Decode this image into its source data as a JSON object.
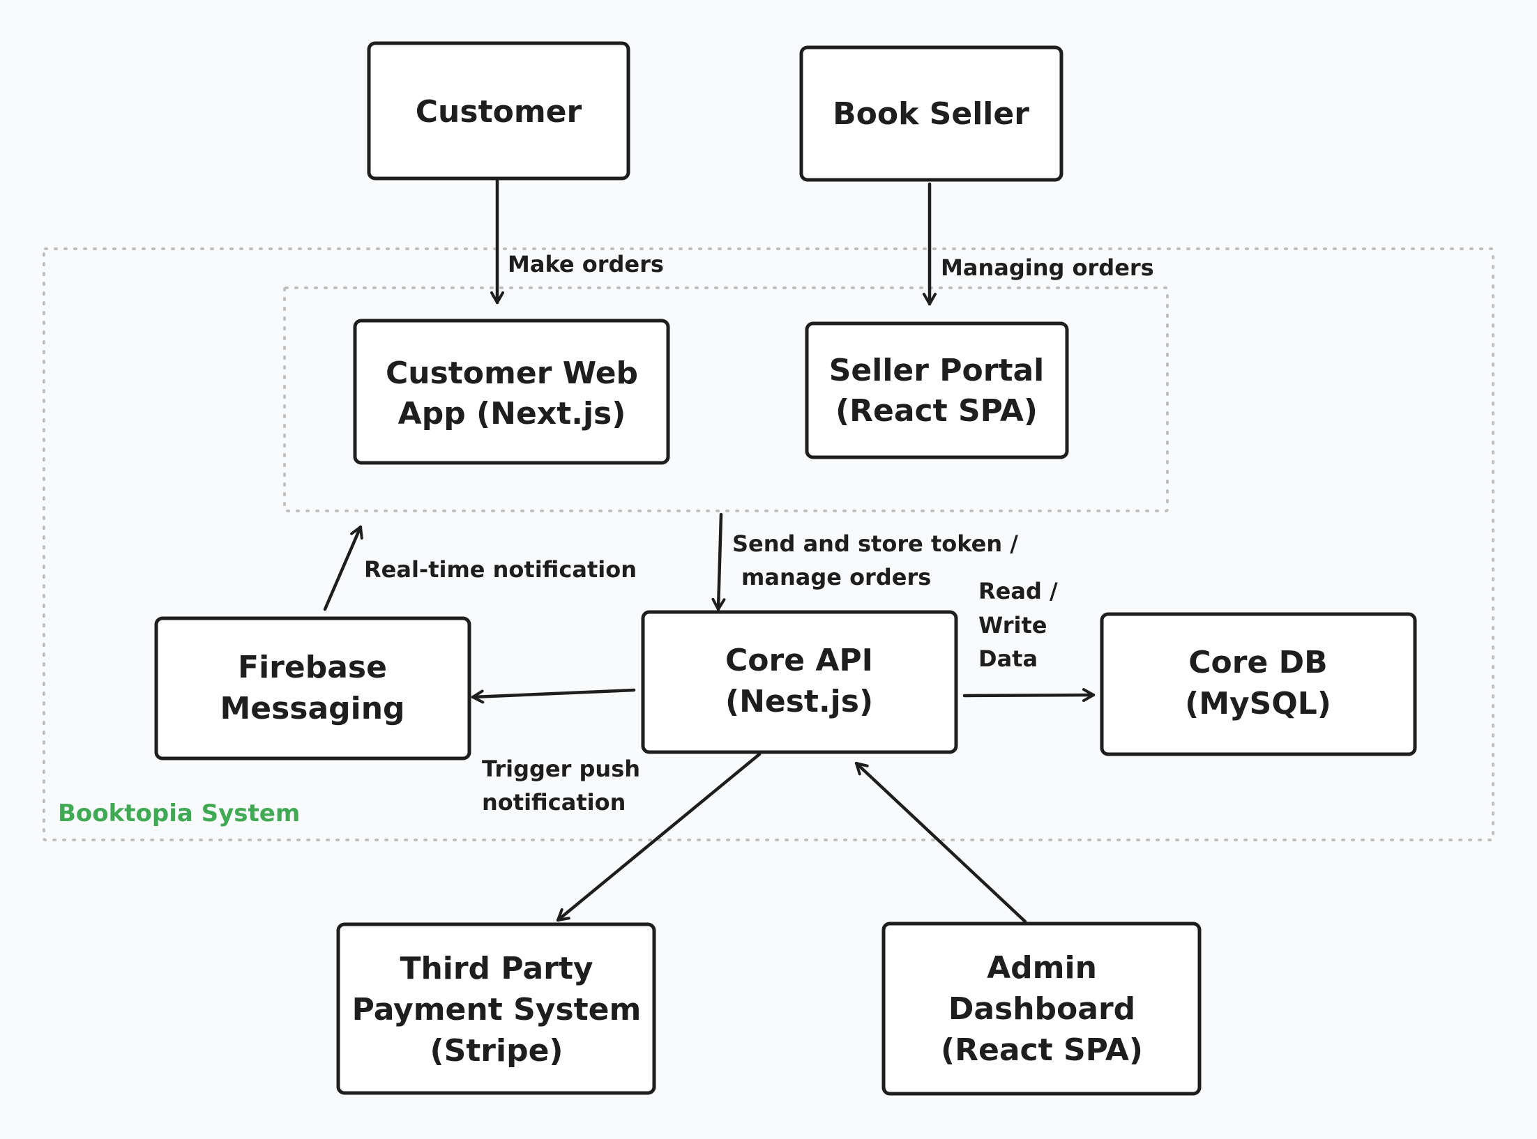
{
  "boundaries": {
    "system": {
      "label": "Booktopia System",
      "color": "#40a954"
    },
    "frontends": {
      "label": ""
    }
  },
  "nodes": {
    "customer": {
      "lines": [
        "Customer"
      ]
    },
    "book_seller": {
      "lines": [
        "Book Seller"
      ]
    },
    "customer_web_app": {
      "lines": [
        "Customer Web",
        "App (Next.js)"
      ]
    },
    "seller_portal": {
      "lines": [
        "Seller Portal",
        "(React SPA)"
      ]
    },
    "firebase_messaging": {
      "lines": [
        "Firebase",
        "Messaging"
      ]
    },
    "core_api": {
      "lines": [
        "Core API",
        "(Nest.js)"
      ]
    },
    "core_db": {
      "lines": [
        "Core DB",
        "(MySQL)"
      ]
    },
    "payment_system": {
      "lines": [
        "Third Party",
        "Payment System",
        "(Stripe)"
      ]
    },
    "admin_dashboard": {
      "lines": [
        "Admin",
        "Dashboard",
        "(React SPA)"
      ]
    }
  },
  "edges": {
    "make_orders": {
      "from": "customer",
      "to": "customer_web_app",
      "label": [
        "Make orders"
      ]
    },
    "managing_orders": {
      "from": "book_seller",
      "to": "seller_portal",
      "label": [
        "Managing orders"
      ]
    },
    "send_token": {
      "from": "frontends",
      "to": "core_api",
      "label": [
        "Send and store token /",
        "manage orders"
      ]
    },
    "realtime_notification": {
      "from": "firebase_messaging",
      "to": "frontends",
      "label": [
        "Real-time notification"
      ]
    },
    "trigger_push": {
      "from": "core_api",
      "to": "firebase_messaging",
      "label": [
        "Trigger push",
        "notification"
      ]
    },
    "read_write": {
      "from": "core_api",
      "to": "core_db",
      "label": [
        "Read /",
        "Write",
        "Data"
      ]
    },
    "payment": {
      "from": "core_api",
      "to": "payment_system",
      "label": []
    },
    "admin": {
      "from": "admin_dashboard",
      "to": "core_api",
      "label": []
    }
  },
  "colors": {
    "stroke": "#1e1e1e",
    "background": "#f9fafb",
    "boundary_dots": "#bfbfbf",
    "boundary_label": "#40a954"
  }
}
